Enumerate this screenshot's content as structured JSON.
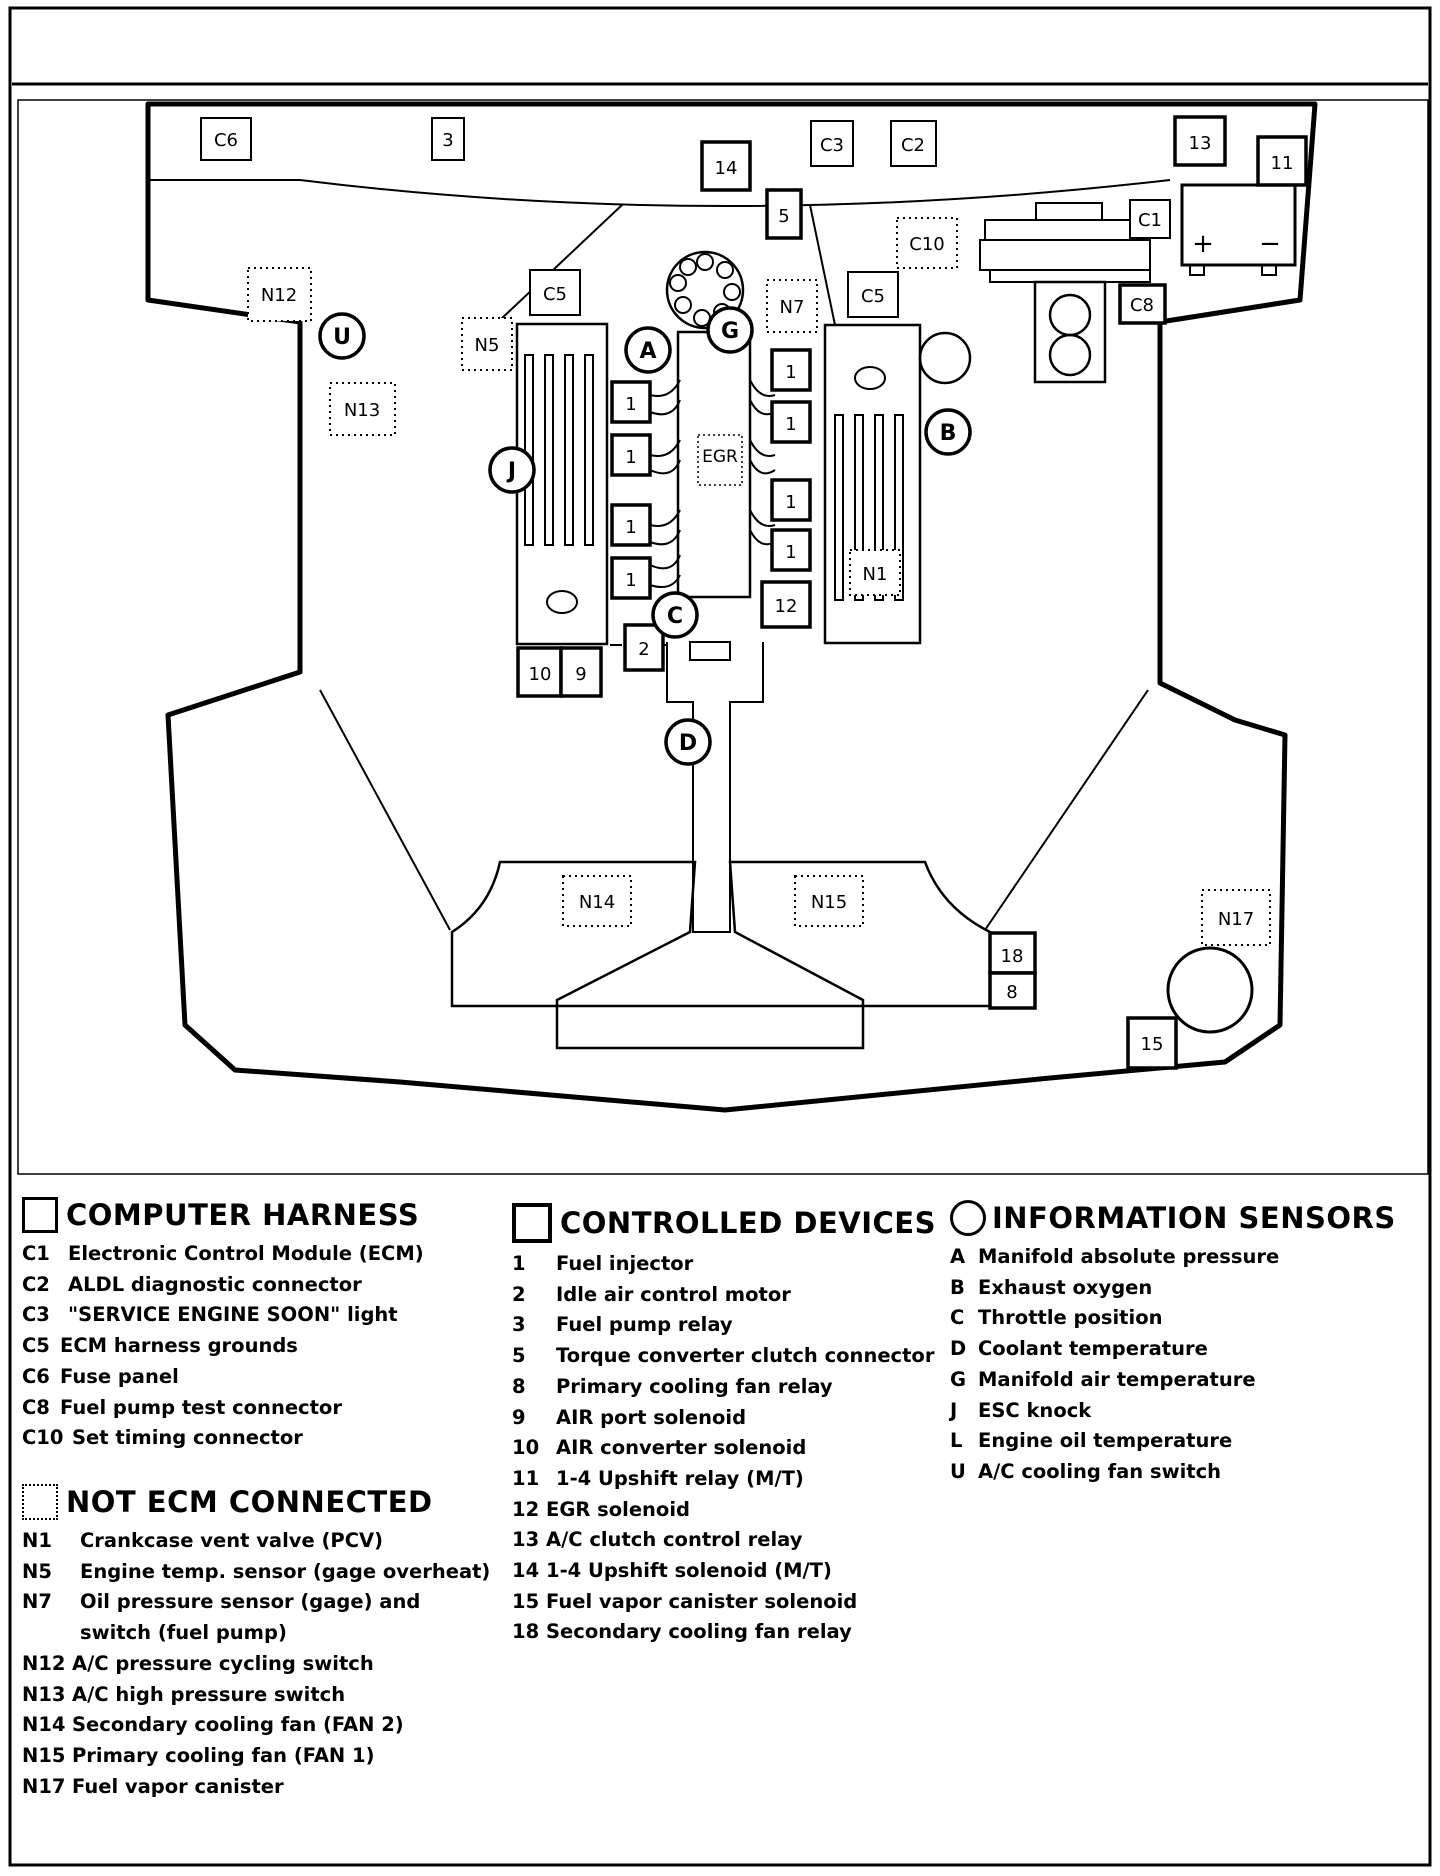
{
  "diagram": {
    "components": {
      "C6": "C6",
      "C3": "C3",
      "C2": "C2",
      "C5a": "C5",
      "C5b": "C5",
      "C1": "C1",
      "C8": "C8",
      "C10": "C10",
      "n3": "3",
      "n14": "14",
      "n5": "5",
      "n13": "13",
      "n11": "11",
      "n12": "12",
      "n2": "2",
      "n10": "10",
      "n9": "9",
      "n18": "18",
      "n8": "8",
      "n15": "15",
      "inj": "1",
      "N12": "N12",
      "N5": "N5",
      "N13": "N13",
      "N7": "N7",
      "N1": "N1",
      "N14": "N14",
      "N15": "N15",
      "N17": "N17",
      "U": "U",
      "A": "A",
      "G": "G",
      "B": "B",
      "J": "J",
      "C": "C",
      "D": "D",
      "EGR": "EGR",
      "plus": "+",
      "minus": "−"
    }
  },
  "legend": {
    "harness": {
      "title": "COMPUTER HARNESS",
      "items": [
        {
          "code": "C1",
          "label": "Electronic Control Module (ECM)"
        },
        {
          "code": "C2",
          "label": "ALDL diagnostic connector"
        },
        {
          "code": "C3",
          "label": "\"SERVICE ENGINE SOON\" light"
        },
        {
          "code": "C5",
          "label": "ECM harness grounds"
        },
        {
          "code": "C6",
          "label": "Fuse panel"
        },
        {
          "code": "C8",
          "label": "Fuel pump test connector"
        },
        {
          "code": "C10",
          "label": "Set timing connector"
        }
      ]
    },
    "not_ecm": {
      "title": "NOT ECM CONNECTED",
      "items": [
        {
          "code": "N1",
          "label": "Crankcase vent valve (PCV)"
        },
        {
          "code": "N5",
          "label": "Engine temp. sensor (gage overheat)"
        },
        {
          "code": "N7",
          "label": "Oil pressure sensor (gage) and"
        },
        {
          "code": "",
          "label": "switch (fuel pump)"
        },
        {
          "code": "N12",
          "label": "A/C pressure cycling switch"
        },
        {
          "code": "N13",
          "label": "A/C high pressure switch"
        },
        {
          "code": "N14",
          "label": "Secondary cooling fan (FAN 2)"
        },
        {
          "code": "N15",
          "label": "Primary cooling fan (FAN 1)"
        },
        {
          "code": "N17",
          "label": "Fuel vapor canister"
        }
      ]
    },
    "controlled": {
      "title": "CONTROLLED DEVICES",
      "items": [
        {
          "code": "1",
          "label": "Fuel injector"
        },
        {
          "code": "2",
          "label": "Idle air control motor"
        },
        {
          "code": "3",
          "label": "Fuel pump relay"
        },
        {
          "code": "5",
          "label": "Torque converter clutch connector"
        },
        {
          "code": "8",
          "label": "Primary cooling fan relay"
        },
        {
          "code": "9",
          "label": "AIR port solenoid"
        },
        {
          "code": "10",
          "label": "AIR converter solenoid"
        },
        {
          "code": "11",
          "label": "1-4 Upshift relay (M/T)"
        },
        {
          "code": "12",
          "label": "EGR solenoid"
        },
        {
          "code": "13",
          "label": "A/C clutch control relay"
        },
        {
          "code": "14",
          "label": "1-4 Upshift solenoid (M/T)"
        },
        {
          "code": "15",
          "label": "Fuel vapor canister solenoid"
        },
        {
          "code": "18",
          "label": "Secondary cooling fan relay"
        }
      ]
    },
    "sensors": {
      "title": "INFORMATION SENSORS",
      "items": [
        {
          "code": "A",
          "label": "Manifold absolute pressure"
        },
        {
          "code": "B",
          "label": "Exhaust oxygen"
        },
        {
          "code": "C",
          "label": "Throttle position"
        },
        {
          "code": "D",
          "label": "Coolant temperature"
        },
        {
          "code": "G",
          "label": "Manifold air temperature"
        },
        {
          "code": "J",
          "label": "ESC knock"
        },
        {
          "code": "L",
          "label": "Engine oil temperature"
        },
        {
          "code": "U",
          "label": "A/C cooling fan switch"
        }
      ]
    }
  }
}
